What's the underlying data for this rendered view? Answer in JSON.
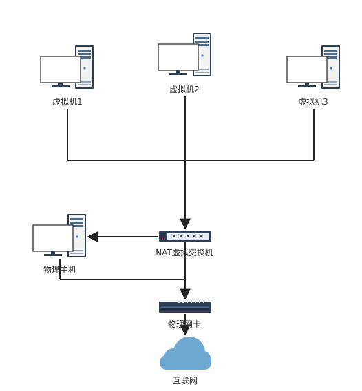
{
  "nodes": {
    "vm1": {
      "label": "虚拟机1"
    },
    "vm2": {
      "label": "虚拟机2"
    },
    "vm3": {
      "label": "虚拟机3"
    },
    "physical_host": {
      "label": "物理主机"
    },
    "nat_switch": {
      "label": "NAT虚拟交换机"
    },
    "physical_nic": {
      "label": "物理网卡"
    },
    "internet": {
      "label": "互联网"
    }
  },
  "colors": {
    "line": "#222222",
    "monitor_border": "#333333",
    "tower_body": "#f2f2f2",
    "tower_dark": "#2d3e50",
    "tower_slot": "#4a6a8a",
    "led": "#3a78c8",
    "device_dark": "#2f3f55",
    "port": "#e8eef5",
    "cloud": "#6fa8d0"
  },
  "icons": {
    "vm": "computer-icon",
    "host": "computer-icon",
    "switch": "switch-icon",
    "nic": "network-card-icon",
    "internet": "cloud-icon"
  }
}
